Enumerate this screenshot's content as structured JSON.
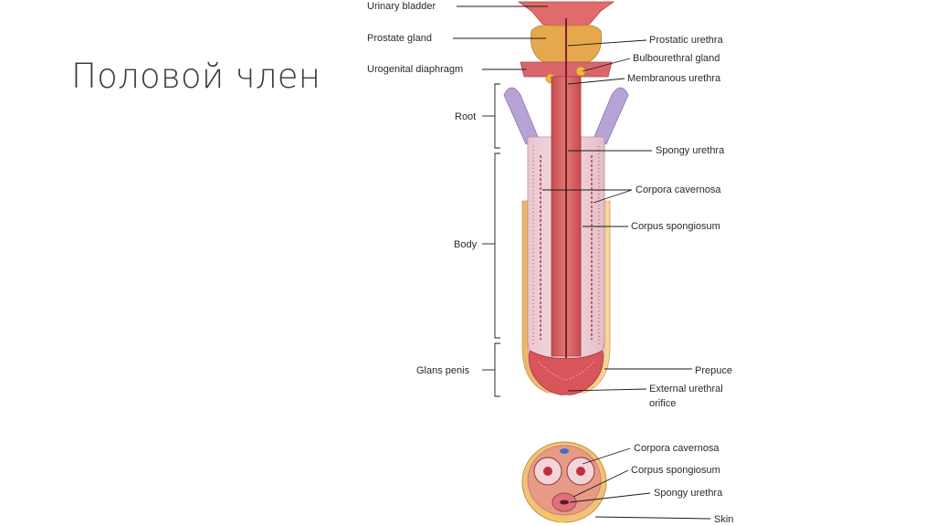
{
  "slide": {
    "title": "Половой член"
  },
  "diagram": {
    "labels_left": {
      "urinary_bladder": "Urinary bladder",
      "prostate_gland": "Prostate gland",
      "urogenital_diaphragm": "Urogenital diaphragm",
      "root": "Root",
      "body": "Body",
      "glans_penis": "Glans penis"
    },
    "labels_right": {
      "prostatic_urethra": "Prostatic urethra",
      "bulbourethral_gland": "Bulbourethral gland",
      "membranous_urethra": "Membranous urethra",
      "spongy_urethra": "Spongy urethra",
      "corpora_cavernosa": "Corpora cavernosa",
      "corpus_spongiosum": "Corpus spongiosum",
      "prepuce": "Prepuce",
      "external_urethral_orifice_1": "External urethral",
      "external_urethral_orifice_2": "orifice"
    },
    "labels_cross_section": {
      "corpora_cavernosa": "Corpora cavernosa",
      "corpus_spongiosum": "Corpus spongiosum",
      "spongy_urethra": "Spongy urethra",
      "skin": "Skin"
    }
  }
}
